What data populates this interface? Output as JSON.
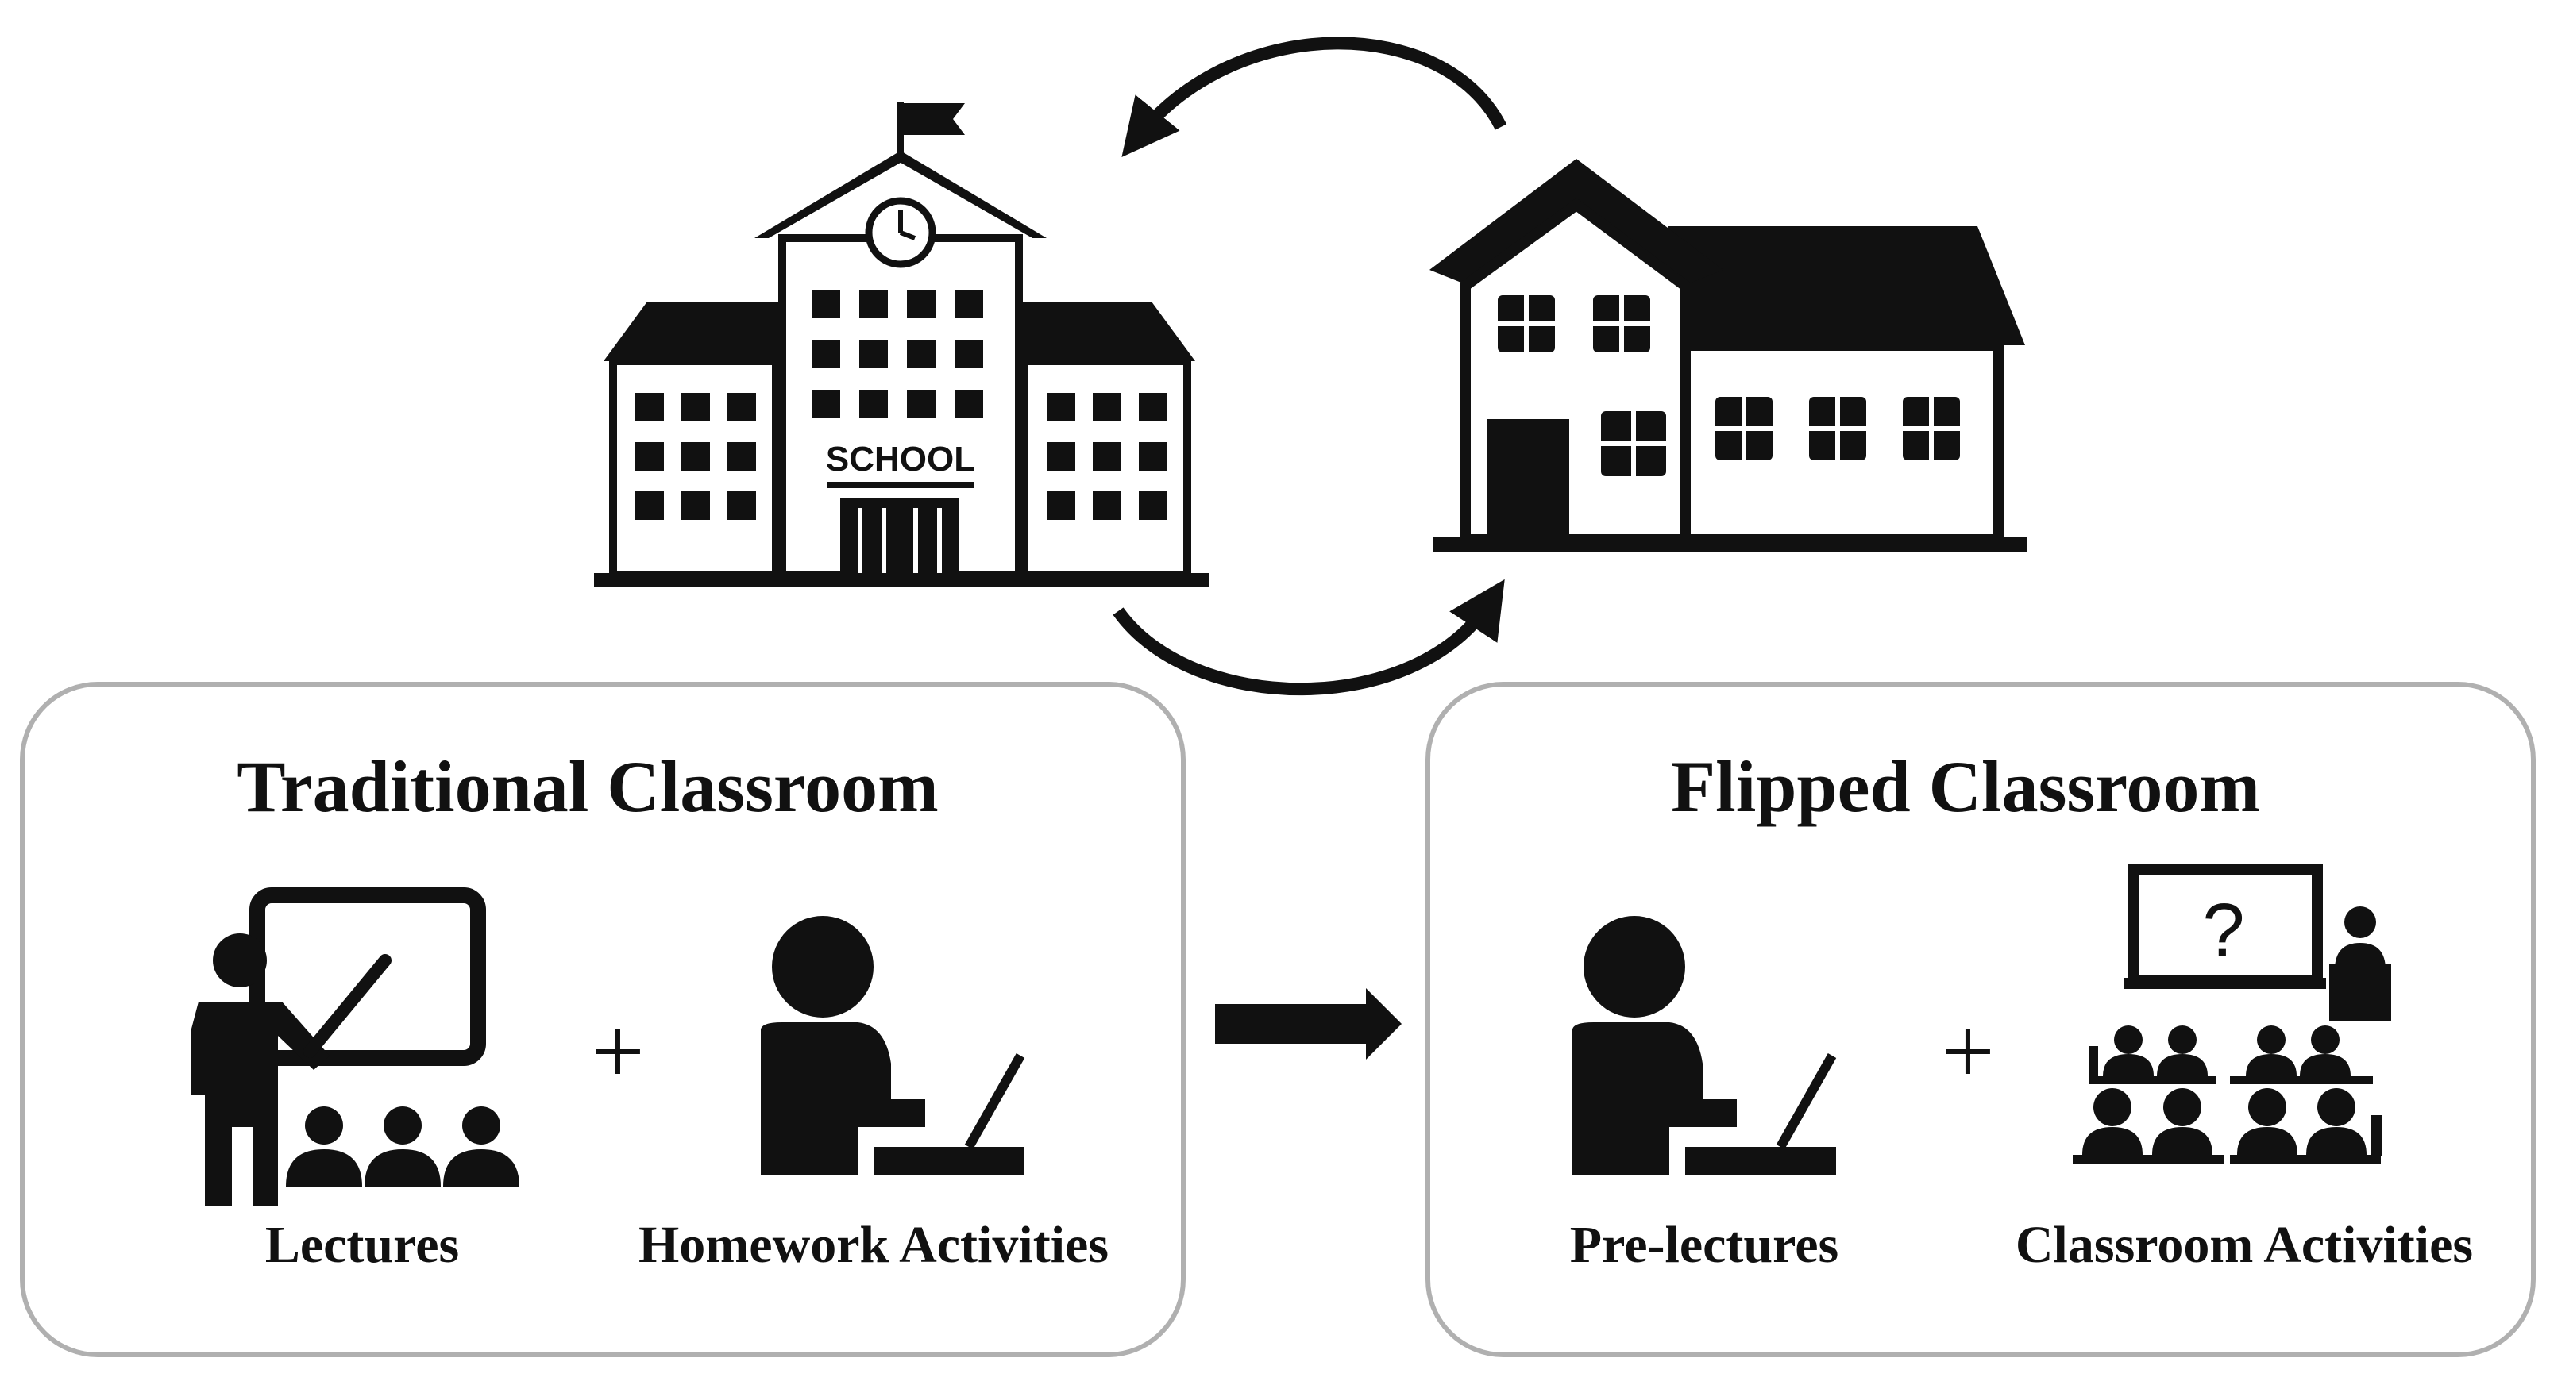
{
  "traditional": {
    "title": "Traditional Classroom",
    "left_caption": "Lectures",
    "right_caption": "Homework Activities",
    "plus": "+"
  },
  "flipped": {
    "title": "Flipped Classroom",
    "left_caption": "Pre-lectures",
    "right_caption": "Classroom Activities",
    "plus": "+"
  },
  "school": {
    "sign": "SCHOOL"
  },
  "board_symbol": "?",
  "icons": [
    "school-building-icon",
    "house-icon",
    "teacher-at-whiteboard-icon",
    "student-at-laptop-icon",
    "classroom-audience-icon",
    "cycle-arrow-icon",
    "right-arrow-icon"
  ],
  "colors": {
    "ink": "#111111",
    "panel_border": "#b0b0b0",
    "background": "#ffffff"
  }
}
